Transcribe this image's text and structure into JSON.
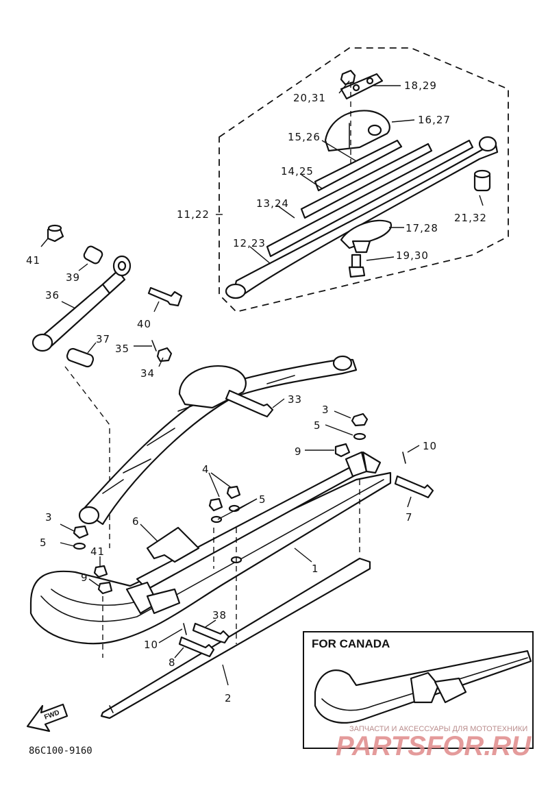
{
  "callouts": {
    "c18_29": "18,29",
    "c20_31": "20,31",
    "c16_27": "16,27",
    "c15_26": "15,26",
    "c14_25": "14,25",
    "c13_24": "13,24",
    "c11_22": "11,22",
    "c12_23": "12,23",
    "c17_28": "17,28",
    "c21_32": "21,32",
    "c19_30": "19,30",
    "c41_top": "41",
    "c39": "39",
    "c36": "36",
    "c40": "40",
    "c37": "37",
    "c35": "35",
    "c34": "34",
    "c33": "33",
    "c3_right": "3",
    "c5_right": "5",
    "c9_right": "9",
    "c10_right": "10",
    "c7": "7",
    "c4": "4",
    "c5_mid": "5",
    "c1": "1",
    "c3_left": "3",
    "c5_left": "5",
    "c6": "6",
    "c41_bottom": "41",
    "c9_left": "9",
    "c38": "38",
    "c10_left": "10",
    "c8": "8",
    "c2": "2"
  },
  "inset": {
    "title": "FOR CANADA"
  },
  "fwd_label": "FWD",
  "diagram_code": "86C100-9160",
  "watermark": {
    "caption": "ЗАПЧАСТИ И АКСЕССУАРЫ ДЛЯ МОТОТЕХНИКИ",
    "brand": "PARTSFOR.RU"
  },
  "colors": {
    "ink": "#111111",
    "watermark": "#e08a8a",
    "background": "#ffffff"
  }
}
